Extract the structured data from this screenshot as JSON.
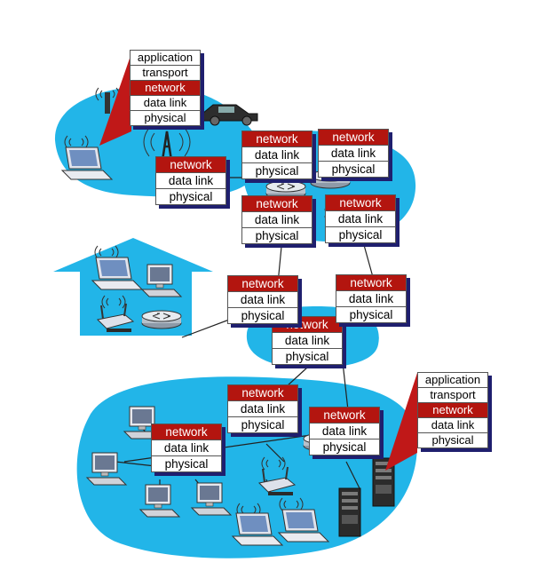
{
  "layers": {
    "application": "application",
    "transport": "transport",
    "network": "network",
    "data_link": "data link",
    "physical": "physical"
  },
  "colors": {
    "network_fill": "#b3150f",
    "cloud": "#22b5e8",
    "shadow": "#1f1f6e",
    "projection": "#c01818"
  },
  "icons": [
    "laptop-icon",
    "desktop-pc-icon",
    "router-icon",
    "wireless-access-point-icon",
    "cell-tower-icon",
    "car-icon",
    "server-icon",
    "house-icon"
  ]
}
